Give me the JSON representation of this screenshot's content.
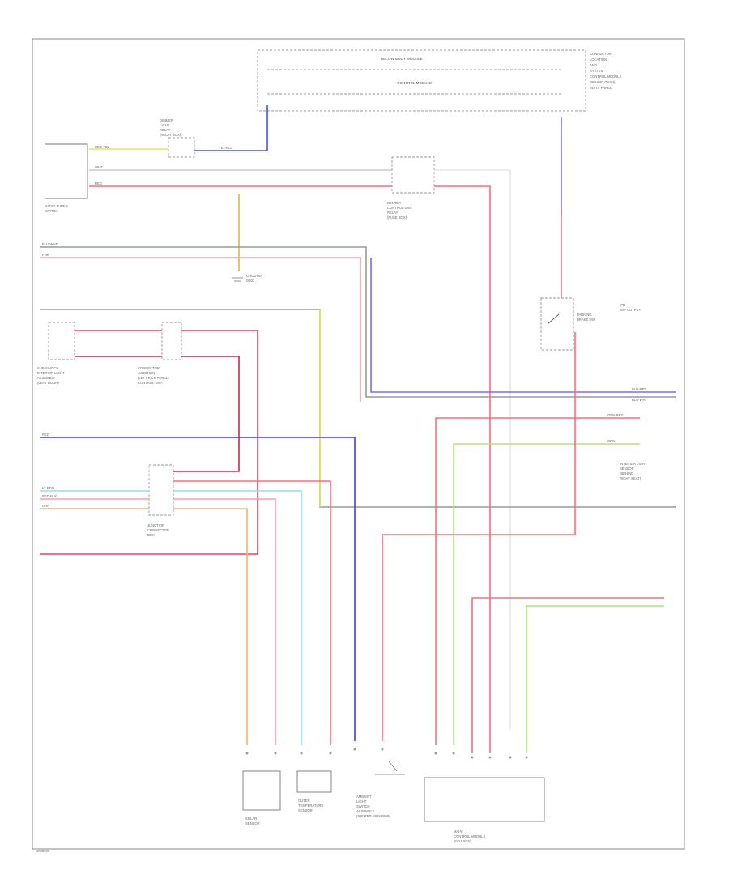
{
  "diagram": {
    "footer_code": "WW0000",
    "colors": {
      "red": "#ff6a7a",
      "pink": "#ff9aa6",
      "blue": "#4a4cff",
      "violet": "#8a6cff",
      "cyan": "#7fe8ee",
      "orange": "#ffb06a",
      "yellow": "#e6e85a",
      "green": "#a8ec6a",
      "darkred": "#c0304a",
      "gray": "#9a9a9a"
    },
    "top_labels": {
      "bus_line": "BELOW BODY MODULE",
      "bus_line_2": "CONTROL MODULE",
      "right_block": [
        "CONNECTOR",
        "LOCATION",
        "AND",
        "SYSTEM",
        "CONTROL MODULE",
        "(BEHIND DASH)",
        "INSTR PANEL"
      ]
    },
    "components": {
      "radio_switch": [
        "RADIO TUNER",
        "SWITCH"
      ],
      "dimmer_relay": [
        "DIMMER",
        "LIGHT",
        "RELAY",
        "(RELAY BOX)"
      ],
      "center_relay": [
        "CENTER",
        "CONTROL UNIT",
        "RELAY",
        "(FUSE BOX)"
      ],
      "ground_g": [
        "GROUND",
        "G501"
      ],
      "left_switch": [
        "SUB-SWITCH",
        "INTERIOR LIGHT",
        "ASSEMBLY",
        "(LEFT DOOR)"
      ],
      "left_connector": [
        "CONNECTOR",
        "JUNCTION",
        "(LEFT KICK PANEL)",
        "CONTROL UNIT"
      ],
      "parking_switch": [
        "PARKING",
        "BRAKE SW"
      ],
      "parking_right": [
        "PB",
        "SW OUTPUT"
      ],
      "mid_connector": [
        "JUNCTION",
        "CONNECTOR",
        "BOX"
      ],
      "right_sensor": [
        "INTERIOR LIGHT",
        "SENSOR",
        "(BEHIND",
        "RIGHT SEAT)"
      ],
      "sensor_1": [
        "SOLAR",
        "SENSOR"
      ],
      "sensor_2": [
        "OUTER",
        "TEMPERATURE",
        "SENSOR"
      ],
      "ambient_switch": [
        "AMBIENT",
        "LIGHT",
        "SWITCH",
        "ASSEMBLY",
        "(CENTER CONSOLE)"
      ],
      "main_module": [
        "MAIN",
        "CONTROL MODULE",
        "(ECU BOX)"
      ]
    },
    "wire_tags": {
      "w1": "RED-YEL",
      "w2": "WHT",
      "w3": "RED",
      "w4": "YEL-BLU",
      "w5": "BLU-WHT",
      "w6": "PNK",
      "w7": "BLU-RED",
      "w8": "BLU-WHT",
      "w9": "RED",
      "w10": "GRN-RED",
      "w11": "LT GRN",
      "w12": "RED-BLK",
      "w13": "GRN",
      "w14": "ORN"
    }
  }
}
